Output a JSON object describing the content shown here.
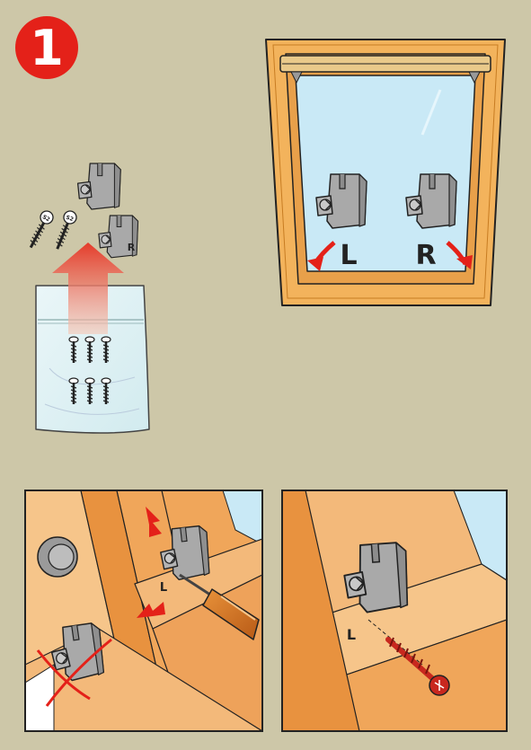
{
  "step": {
    "number": "1"
  },
  "colors": {
    "background": "#cdc7a8",
    "badge": "#e42119",
    "frame_wood": "#f3b35c",
    "glass": "#c9e9f6",
    "bracket_grey": "#a6a6a6",
    "arrow_red": "#e42119",
    "screw_red": "#c8281e"
  },
  "window_diagram": {
    "left_label": "L",
    "right_label": "R"
  },
  "parts": {
    "screw_head_mark": "S2",
    "small_bracket_label": "R"
  },
  "detail_left": {
    "bracket_label": "L"
  },
  "detail_right": {
    "bracket_label": "L"
  },
  "icons": [
    "step-badge",
    "window",
    "bracket",
    "screw",
    "parts-bag",
    "screwdriver",
    "up-arrow",
    "press-arrow",
    "rotate-arrow",
    "prohibited-cross"
  ]
}
